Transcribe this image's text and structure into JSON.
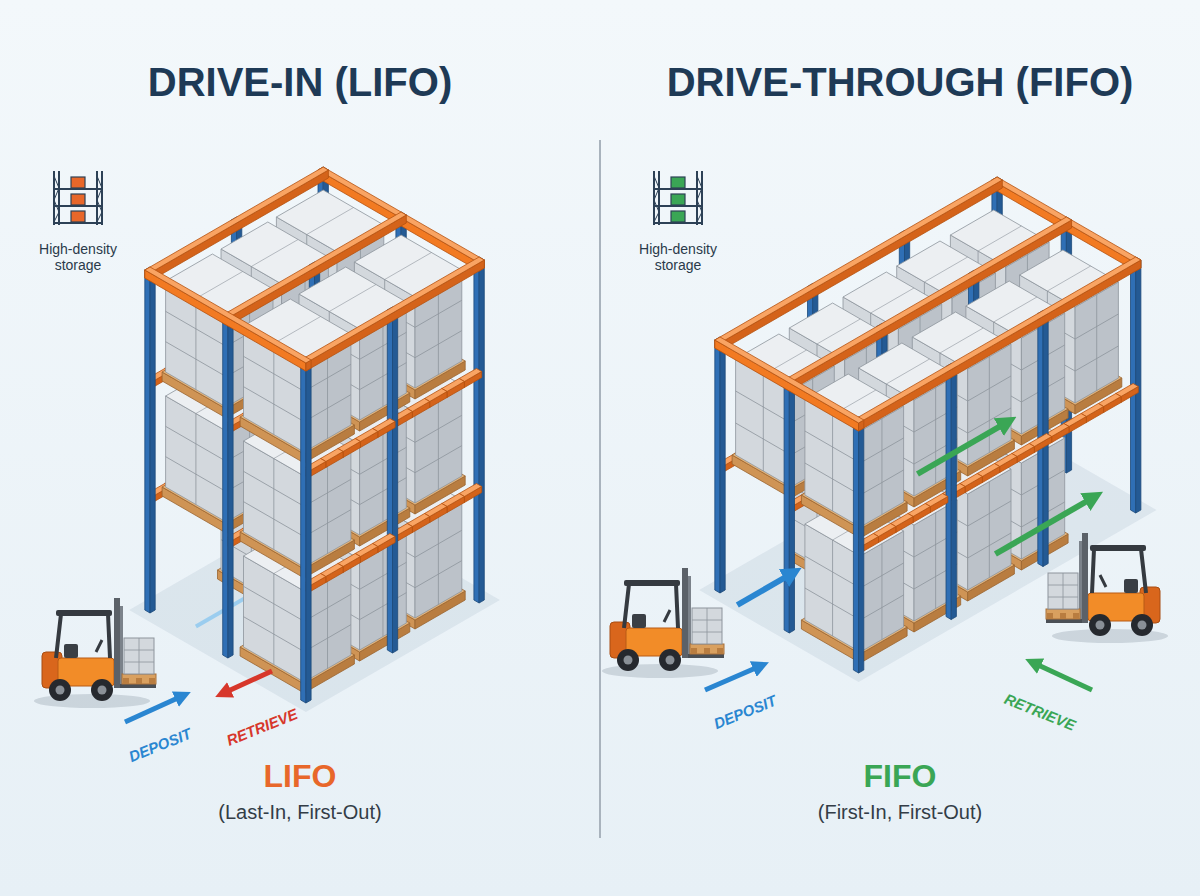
{
  "diagram": {
    "labels": [
      "DRIVE-IN (LIFO)",
      "DRIVE-THROUGH (FIFO)",
      "High-density storage",
      "High-density storage",
      "DEPOSIT",
      "RETRIEVE",
      "DEPOSIT",
      "RETRIEVE",
      "LIFO",
      "(Last-In, First-Out)",
      "FIFO",
      "(First-In, First-Out)"
    ]
  }
}
